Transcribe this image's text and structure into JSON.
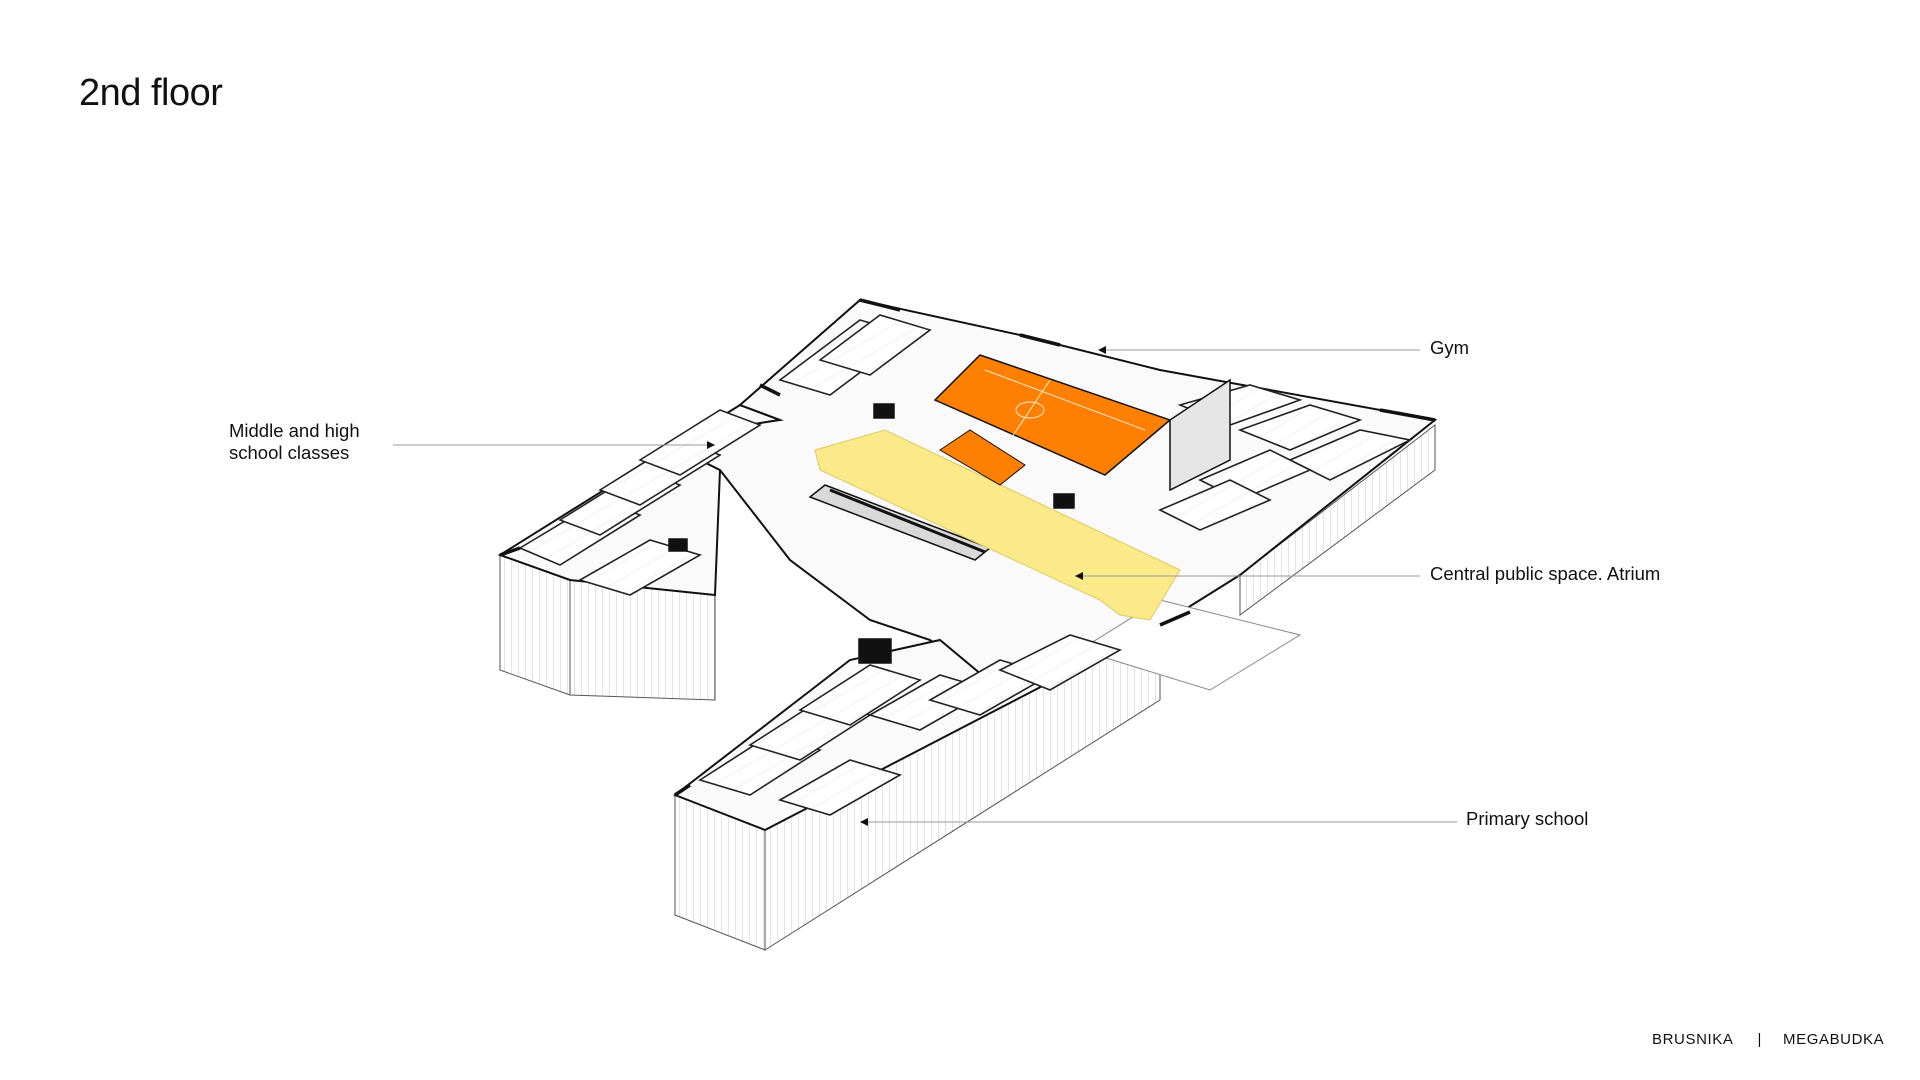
{
  "page": {
    "title": "2nd floor"
  },
  "labels": {
    "gym": "Gym",
    "middle_high_line1": "Middle and high",
    "middle_high_line2": "school classes",
    "atrium": "Central public space. Atrium",
    "primary": "Primary school"
  },
  "footer": {
    "brand_left": "BRUSNIKA",
    "separator": "|",
    "brand_right": "MEGABUDKA"
  },
  "colors": {
    "gym": "#ff8000",
    "atrium": "#fbe98a",
    "lines": "#111111",
    "leader": "#999999"
  }
}
